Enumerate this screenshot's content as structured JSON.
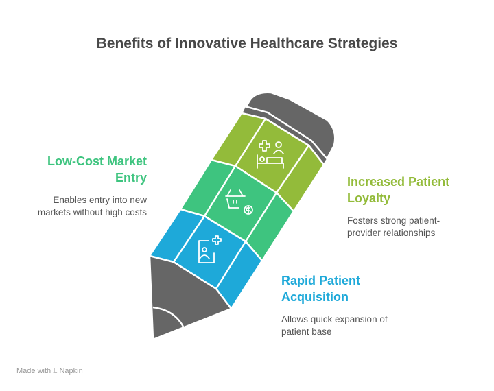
{
  "title": "Benefits of Innovative Healthcare Strategies",
  "items": [
    {
      "heading_line1": "Low-Cost Market",
      "heading_line2": "Entry",
      "desc_line1": "Enables entry into new",
      "desc_line2": "markets without high costs",
      "color": "#3ec47f",
      "icon": "shopping-basket-dollar-icon"
    },
    {
      "heading_line1": "Increased Patient",
      "heading_line2": "Loyalty",
      "desc_line1": "Fosters strong patient-",
      "desc_line2": "provider relationships",
      "color": "#93bb3a",
      "icon": "hospital-bed-patient-icon"
    },
    {
      "heading_line1": "Rapid Patient",
      "heading_line2": "Acquisition",
      "desc_line1": "Allows quick expansion of",
      "desc_line2": "patient base",
      "color": "#1ea9d9",
      "icon": "add-patient-icon"
    }
  ],
  "footer": {
    "made_with": "Made with",
    "brand": "Napkin"
  }
}
